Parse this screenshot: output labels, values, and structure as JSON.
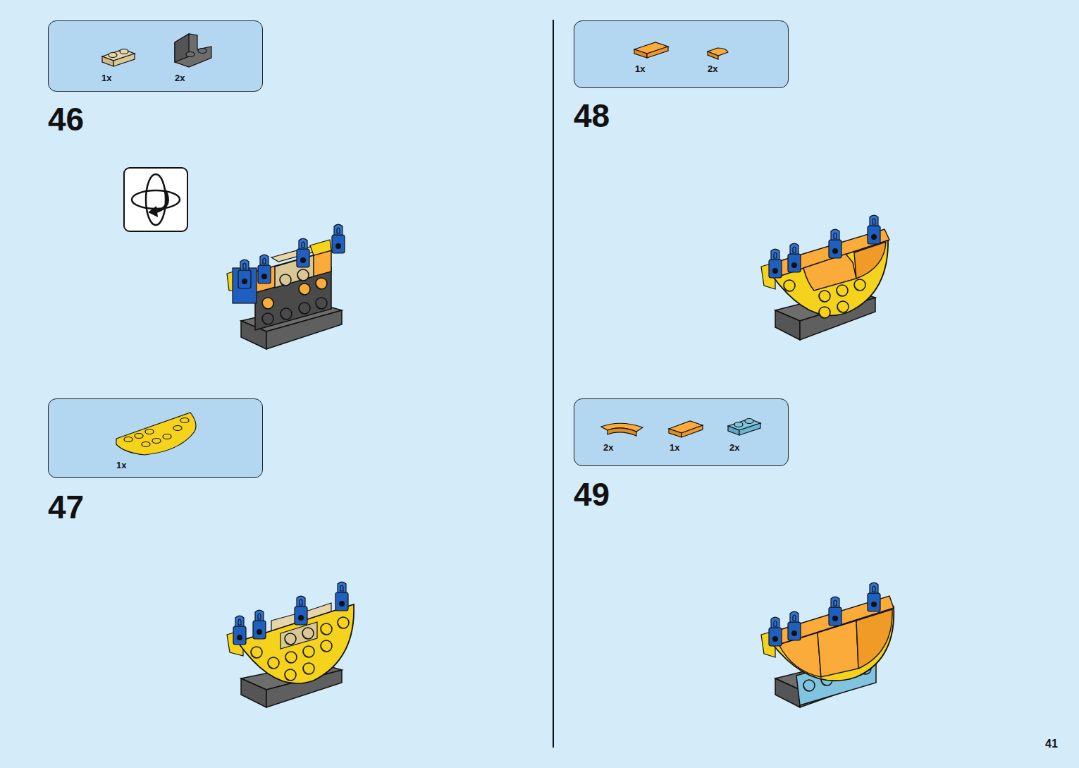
{
  "diagram": {
    "nodes": [
      {
        "text": [
          "1x",
          "2x"
        ]
      },
      {
        "text": [
          "1x"
        ]
      },
      {
        "text": [
          "1x",
          "2x"
        ]
      },
      {
        "text": [
          "2x",
          "1x",
          "2x"
        ]
      }
    ],
    "labels": [
      "46",
      "47",
      "48",
      "49",
      "41"
    ]
  }
}
